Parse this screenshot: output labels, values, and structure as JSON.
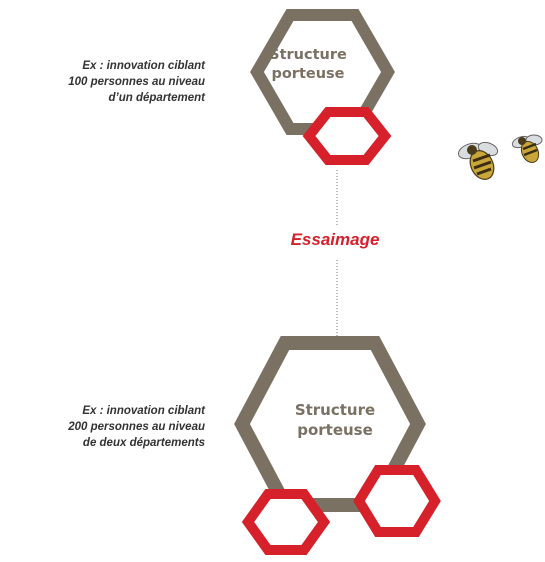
{
  "colors": {
    "structure_hex": "#7a7163",
    "small_hex": "#d6202a",
    "essaimage_text": "#d6202a",
    "note_text": "#333333",
    "bee_body": "#c9a63a"
  },
  "top": {
    "note_lines": [
      "Ex : innovation ciblant",
      "100 personnes au niveau",
      "d’un département"
    ],
    "structure_label_lines": [
      "Structure",
      "porteuse"
    ]
  },
  "middle": {
    "label": "Essaimage"
  },
  "bottom": {
    "note_lines": [
      "Ex : innovation ciblant",
      "200 personnes au niveau",
      "de deux départements"
    ],
    "structure_label_lines": [
      "Structure",
      "porteuse"
    ]
  },
  "icons": [
    "bee-icon",
    "bee-icon"
  ]
}
